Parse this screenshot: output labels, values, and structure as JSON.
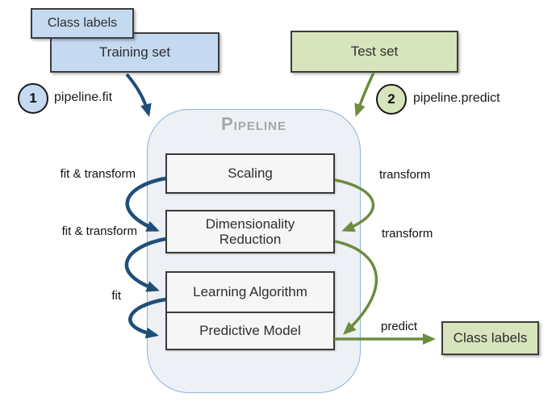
{
  "inputs": {
    "training_class_labels": "Class labels",
    "training_set": "Training set",
    "test_set": "Test set"
  },
  "steps": {
    "fit": {
      "number": "1",
      "method": "pipeline.fit"
    },
    "predict": {
      "number": "2",
      "method": "pipeline.predict"
    }
  },
  "pipeline": {
    "title": "Pipeline",
    "stages": [
      "Scaling",
      "Dimensionality Reduction",
      "Learning Algorithm",
      "Predictive Model"
    ]
  },
  "left_flow_labels": [
    "fit & transform",
    "fit & transform",
    "fit"
  ],
  "right_flow_labels": [
    "transform",
    "transform",
    "predict"
  ],
  "output": {
    "class_labels": "Class labels"
  },
  "colors": {
    "training_fill": "#c5d9f1",
    "test_fill": "#d7e4bc",
    "fit_arrow": "#1f4e79",
    "predict_arrow": "#6c8c3f",
    "pipeline_fill": "#edf0f4",
    "pipeline_border": "#8fb4d9",
    "stage_fill": "#f6f6f6",
    "box_border": "#3d3d3d",
    "title_gray": "#a6a6a6"
  }
}
